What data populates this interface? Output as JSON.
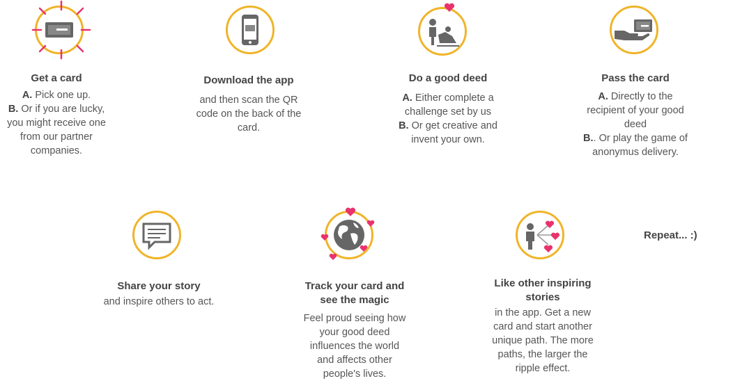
{
  "steps_row1": [
    {
      "title": "Get a card",
      "lines": [
        {
          "prefix": "A.",
          "text": " Pick one up."
        },
        {
          "prefix": "B.",
          "text": " Or if you are lucky,"
        },
        {
          "prefix": "",
          "text": "you might receive one"
        },
        {
          "prefix": "",
          "text": "from our partner"
        },
        {
          "prefix": "",
          "text": "companies."
        }
      ]
    },
    {
      "title": "Download the app",
      "lines": [
        {
          "prefix": "",
          "text": "and then scan the QR"
        },
        {
          "prefix": "",
          "text": "code on the back of the"
        },
        {
          "prefix": "",
          "text": "card."
        }
      ]
    },
    {
      "title": "Do a good deed",
      "lines": [
        {
          "prefix": "A.",
          "text": " Either complete a"
        },
        {
          "prefix": "",
          "text": "challenge set by us"
        },
        {
          "prefix": "B.",
          "text": " Or get creative and"
        },
        {
          "prefix": "",
          "text": "invent your own."
        }
      ]
    },
    {
      "title": "Pass the card",
      "lines": [
        {
          "prefix": "A.",
          "text": " Directly to the"
        },
        {
          "prefix": "",
          "text": "recipient of your good"
        },
        {
          "prefix": "",
          "text": "deed"
        },
        {
          "prefix": "B.",
          "text": ". Or play the game of"
        },
        {
          "prefix": "",
          "text": "anonymus delivery."
        }
      ]
    }
  ],
  "steps_row2": [
    {
      "title_lines": [
        "Share your story"
      ],
      "lines": [
        "and inspire others to act."
      ]
    },
    {
      "title_lines": [
        "Track your card and",
        "see the magic"
      ],
      "lines": [
        "Feel proud seeing how",
        "your good deed",
        "influences the world",
        "and affects other",
        "people's lives."
      ]
    },
    {
      "title_lines": [
        "Like other inspiring",
        "stories"
      ],
      "lines": [
        "in the app. Get a new",
        "card and start another",
        "unique path. The more",
        "paths, the larger the",
        "ripple effect."
      ]
    }
  ],
  "repeat_label": "Repeat... :)",
  "icons": {
    "step1": "card-burst-icon",
    "step2": "phone-icon",
    "step3": "helping-person-icon",
    "step4": "hand-card-icon",
    "step5": "chat-bubble-icon",
    "step6": "globe-hearts-icon",
    "step7": "person-hearts-icon"
  },
  "colors": {
    "accent": "#f0b429",
    "heart": "#e8336d",
    "icon": "#666666",
    "text": "#555555",
    "title": "#444444"
  }
}
